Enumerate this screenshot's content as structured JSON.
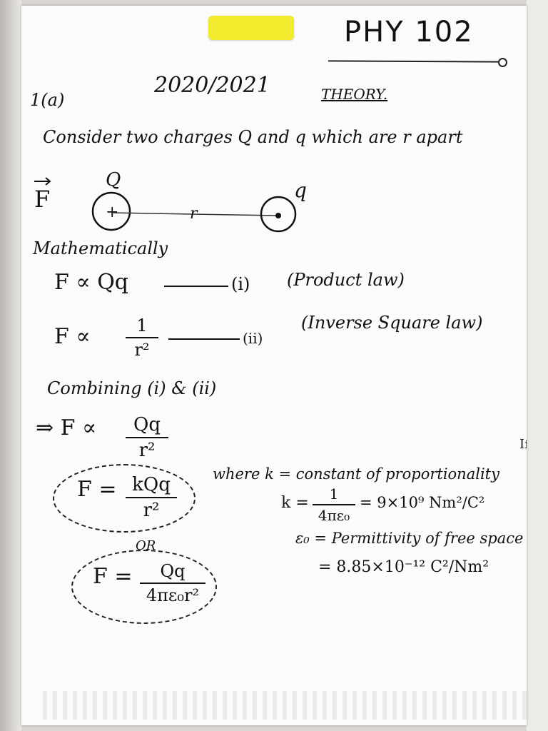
{
  "header": {
    "course_code": "PHY 102",
    "question_number": "1(a)",
    "session": "2020/2021",
    "section": "THEORY."
  },
  "intro": {
    "text": "Consider two charges Q and q which are r apart"
  },
  "diagram": {
    "force_label": "F",
    "charge_left": "Q",
    "charge_right": "q",
    "distance_label": "r"
  },
  "derivation": {
    "heading": "Mathematically",
    "line1_lhs": "F ∝ Qq",
    "line1_ref": "(i)",
    "line1_law": "(Product law)",
    "line2_lhs": "F ∝",
    "line2_num": "1",
    "line2_den": "r²",
    "line2_ref": "(ii)",
    "line2_law": "(Inverse Square law)",
    "combine_text": "Combining (i) & (ii)",
    "combined_prefix": "⇒ F ∝",
    "combined_num": "Qq",
    "combined_den": "r²"
  },
  "result1": {
    "lhs": "F =",
    "num": "kQq",
    "den": "r²"
  },
  "or_text": "OR",
  "result2": {
    "lhs": "F =",
    "num": "Qq",
    "den": "4πε₀r²"
  },
  "definitions": {
    "k_def": "where k = constant of proportionality",
    "k_eq_lhs": "k =",
    "k_num": "1",
    "k_den": "4πε₀",
    "k_value": "= 9×10⁹ Nm²/C²",
    "eps_def": "ε₀ = Permittivity of free space",
    "eps_value": "= 8.85×10⁻¹² C²/Nm²"
  },
  "margin_mark": "If"
}
